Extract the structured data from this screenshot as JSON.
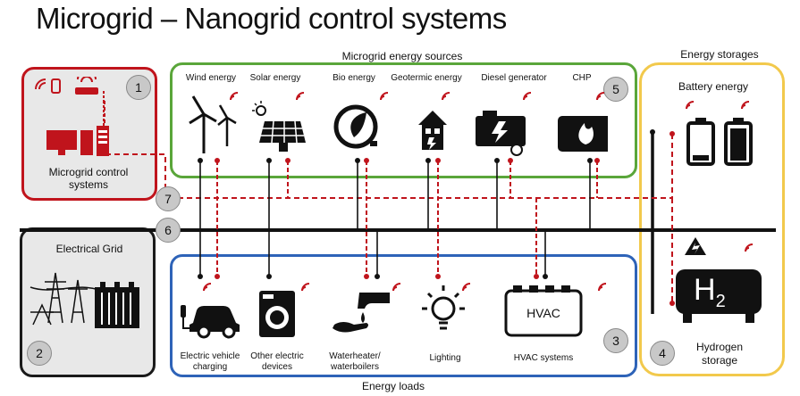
{
  "title": "Microgrid – Nanogrid control systems",
  "headers": {
    "sources": "Microgrid energy sources",
    "storages": "Energy storages",
    "loads": "Energy loads"
  },
  "control": {
    "label_line1": "Microgrid control",
    "label_line2": "systems",
    "number": "1"
  },
  "grid": {
    "label": "Electrical Grid",
    "number": "2"
  },
  "loads_number": "3",
  "storage_number": "4",
  "sources_number": "5",
  "line6": "6",
  "line7": "7",
  "sources": [
    {
      "label": "Wind energy",
      "icon": "wind-turbine-icon"
    },
    {
      "label": "Solar energy",
      "icon": "solar-panel-icon"
    },
    {
      "label": "Bio energy",
      "icon": "bio-energy-icon"
    },
    {
      "label": "Geotermic energy",
      "icon": "geothermal-house-icon"
    },
    {
      "label": "Diesel generator",
      "icon": "diesel-generator-icon"
    },
    {
      "label": "CHP",
      "icon": "chp-flame-icon"
    }
  ],
  "loads": [
    {
      "label_line1": "Electric vehicle",
      "label_line2": "charging"
    },
    {
      "label_line1": "Other electric",
      "label_line2": "devices"
    },
    {
      "label_line1": "Waterheater/",
      "label_line2": "waterboilers"
    },
    {
      "label_line1": "Lighting",
      "label_line2": ""
    },
    {
      "label_line1": "HVAC systems",
      "label_line2": ""
    }
  ],
  "hvac_text": "HVAC",
  "storage": {
    "battery_label": "Battery energy",
    "hydrogen_label_line1": "Hydrogen",
    "hydrogen_label_line2": "storage",
    "h2_letter": "H",
    "h2_sub": "2"
  },
  "colors": {
    "control_border": "#c0141c",
    "grid_border": "#1a1a1a",
    "sources_border": "#5aa63a",
    "loads_border": "#2e63b8",
    "storage_border": "#f2c94c",
    "signal": "#c0141c"
  }
}
